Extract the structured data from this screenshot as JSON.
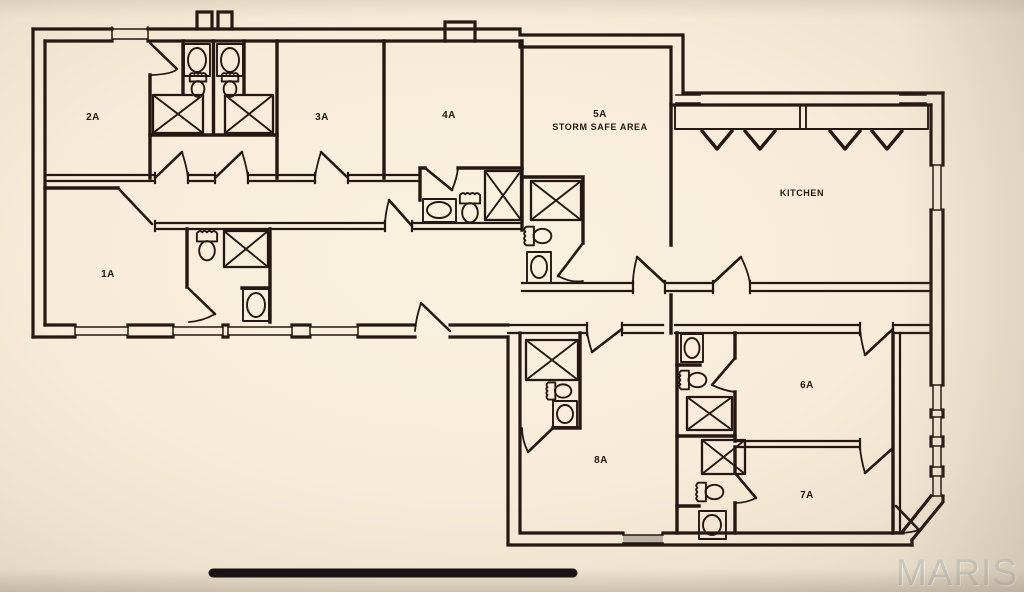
{
  "colors": {
    "background": "#f7ecd9",
    "line": "#251812",
    "watermark": "#cbc4b8",
    "scalebar": "#161013"
  },
  "watermark": "MARIS",
  "rooms": [
    {
      "id": "2A",
      "label": "2A"
    },
    {
      "id": "3A",
      "label": "3A"
    },
    {
      "id": "4A",
      "label": "4A"
    },
    {
      "id": "5A",
      "label": "5A",
      "sublabel": "STORM SAFE AREA"
    },
    {
      "id": "kitchen",
      "label": "KITCHEN"
    },
    {
      "id": "1A",
      "label": "1A"
    },
    {
      "id": "8A",
      "label": "8A"
    },
    {
      "id": "6A",
      "label": "6A"
    },
    {
      "id": "7A",
      "label": "7A"
    }
  ]
}
